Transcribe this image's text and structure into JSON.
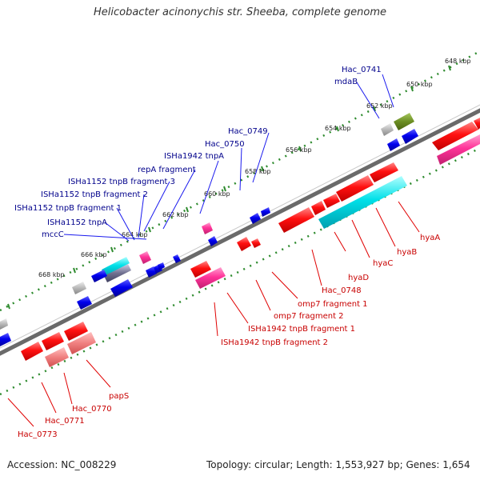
{
  "title": "Helicobacter acinonychis str. Sheeba, complete genome",
  "footer": {
    "accession": "Accession: NC_008229",
    "summary": "Topology: circular; Length: 1,553,927 bp; Genes: 1,654"
  },
  "ticks": [
    "648 kbp",
    "650 kbp",
    "652 kbp",
    "654 kbp",
    "656 kbp",
    "658 kbp",
    "660 kbp",
    "662 kbp",
    "664 kbp",
    "666 kbp",
    "668 kbp"
  ],
  "labels_top": [
    "Hac_0741",
    "mdaB",
    "Hac_0749",
    "Hac_0750",
    "ISHa1942 tnpA",
    "repA fragment",
    "ISHa1152 tnpB fragment 3",
    "ISHa1152 tnpB fragment 2",
    "ISHa1152 tnpB fragment 1",
    "ISHa1152 tnpA",
    "mccC"
  ],
  "labels_bottom": [
    "hyaA",
    "hyaB",
    "hyaC",
    "hyaD",
    "Hac_0748",
    "omp7 fragment 1",
    "omp7 fragment 2",
    "ISHa1942 tnpB fragment 1",
    "ISHa1942 tnpB fragment 2",
    "papS",
    "Hac_0770",
    "Hac_0771",
    "Hac_0773"
  ],
  "colors": {
    "cds": "#ff0000",
    "pseudo": "#ff3399",
    "cyan": "#00d8e0",
    "blue": "#0000ee",
    "grey": "#b0b0b0",
    "olive": "#6b8e23",
    "backbone": "#707070",
    "dots": "#2e8b2e"
  }
}
